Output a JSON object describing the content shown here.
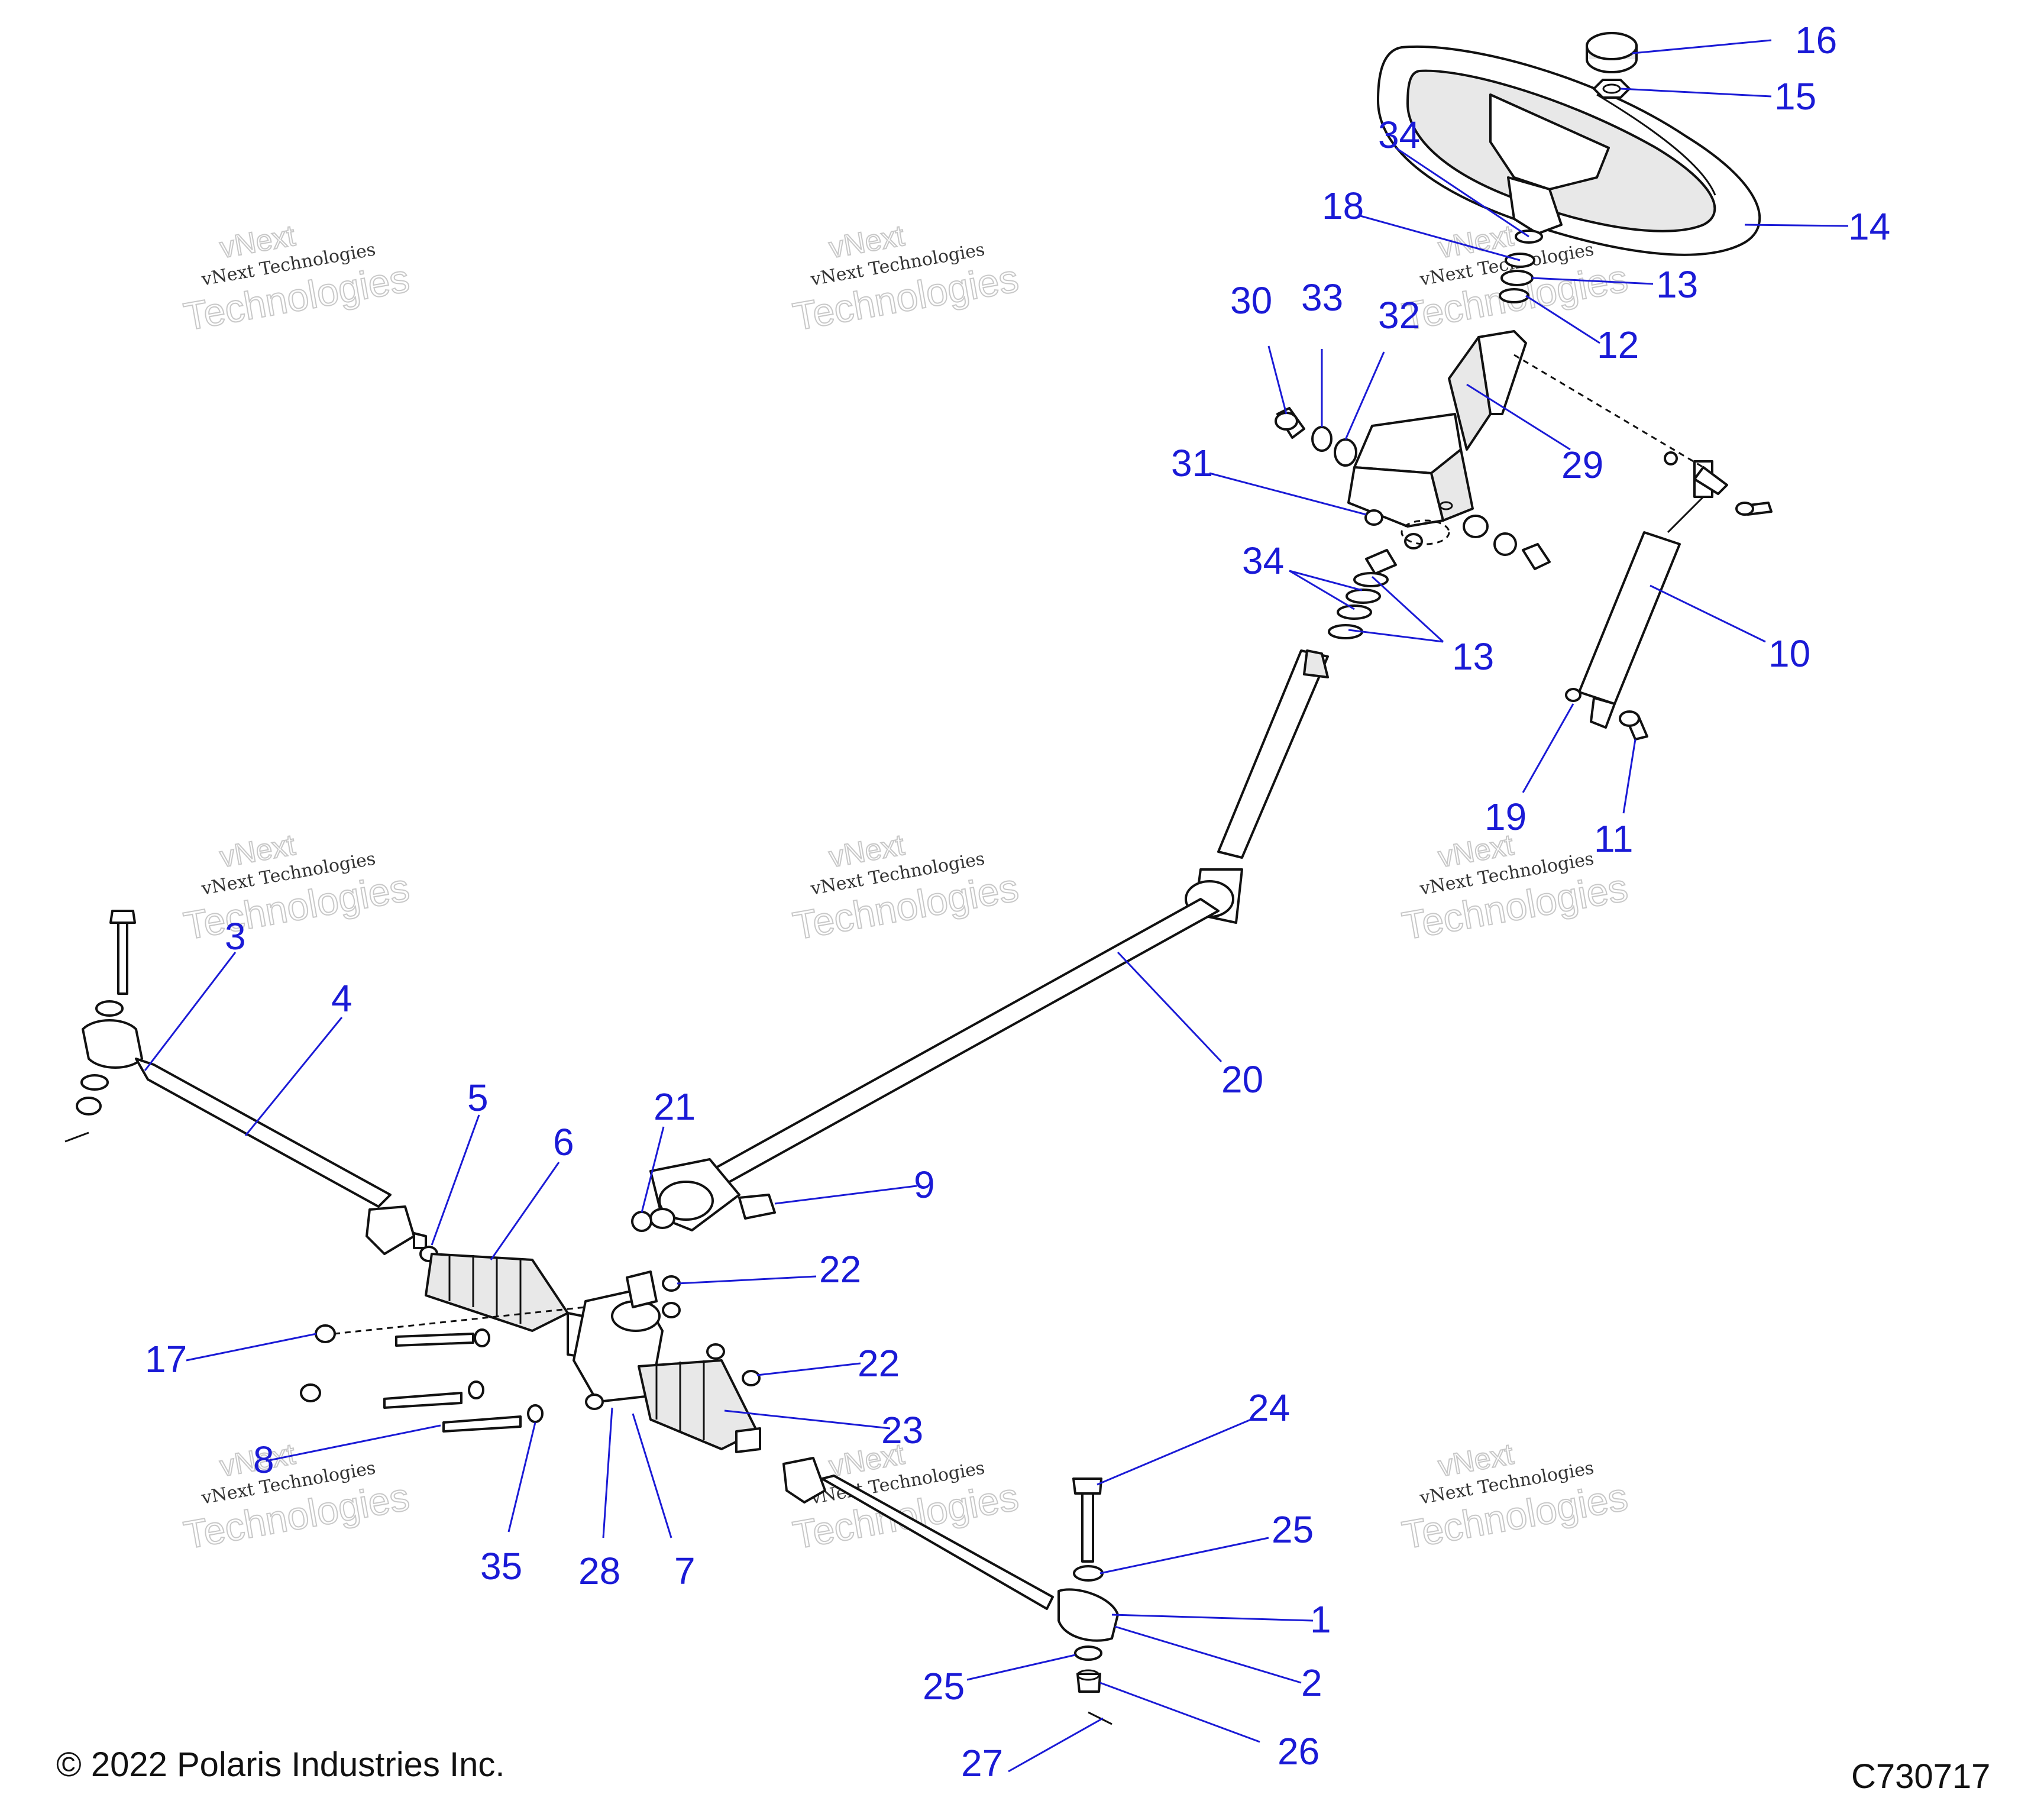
{
  "watermark": {
    "line1": "vNext Technologies",
    "line2": "Technologies",
    "line3": "vNext"
  },
  "footer": {
    "copyright": "© 2022 Polaris Industries Inc.",
    "code": "C730717"
  },
  "callouts": {
    "c1": "1",
    "c2": "2",
    "c3": "3",
    "c4": "4",
    "c5": "5",
    "c6": "6",
    "c7": "7",
    "c8": "8",
    "c9": "9",
    "c10": "10",
    "c11": "11",
    "c12": "12",
    "c13a": "13",
    "c13b": "13",
    "c14": "14",
    "c15": "15",
    "c16": "16",
    "c17": "17",
    "c18": "18",
    "c19": "19",
    "c20": "20",
    "c21": "21",
    "c22a": "22",
    "c22b": "22",
    "c23": "23",
    "c24": "24",
    "c25a": "25",
    "c25b": "25",
    "c26": "26",
    "c27": "27",
    "c28": "28",
    "c29": "29",
    "c30": "30",
    "c31": "31",
    "c32": "32",
    "c33": "33",
    "c34a": "34",
    "c34b": "34",
    "c35": "35"
  }
}
